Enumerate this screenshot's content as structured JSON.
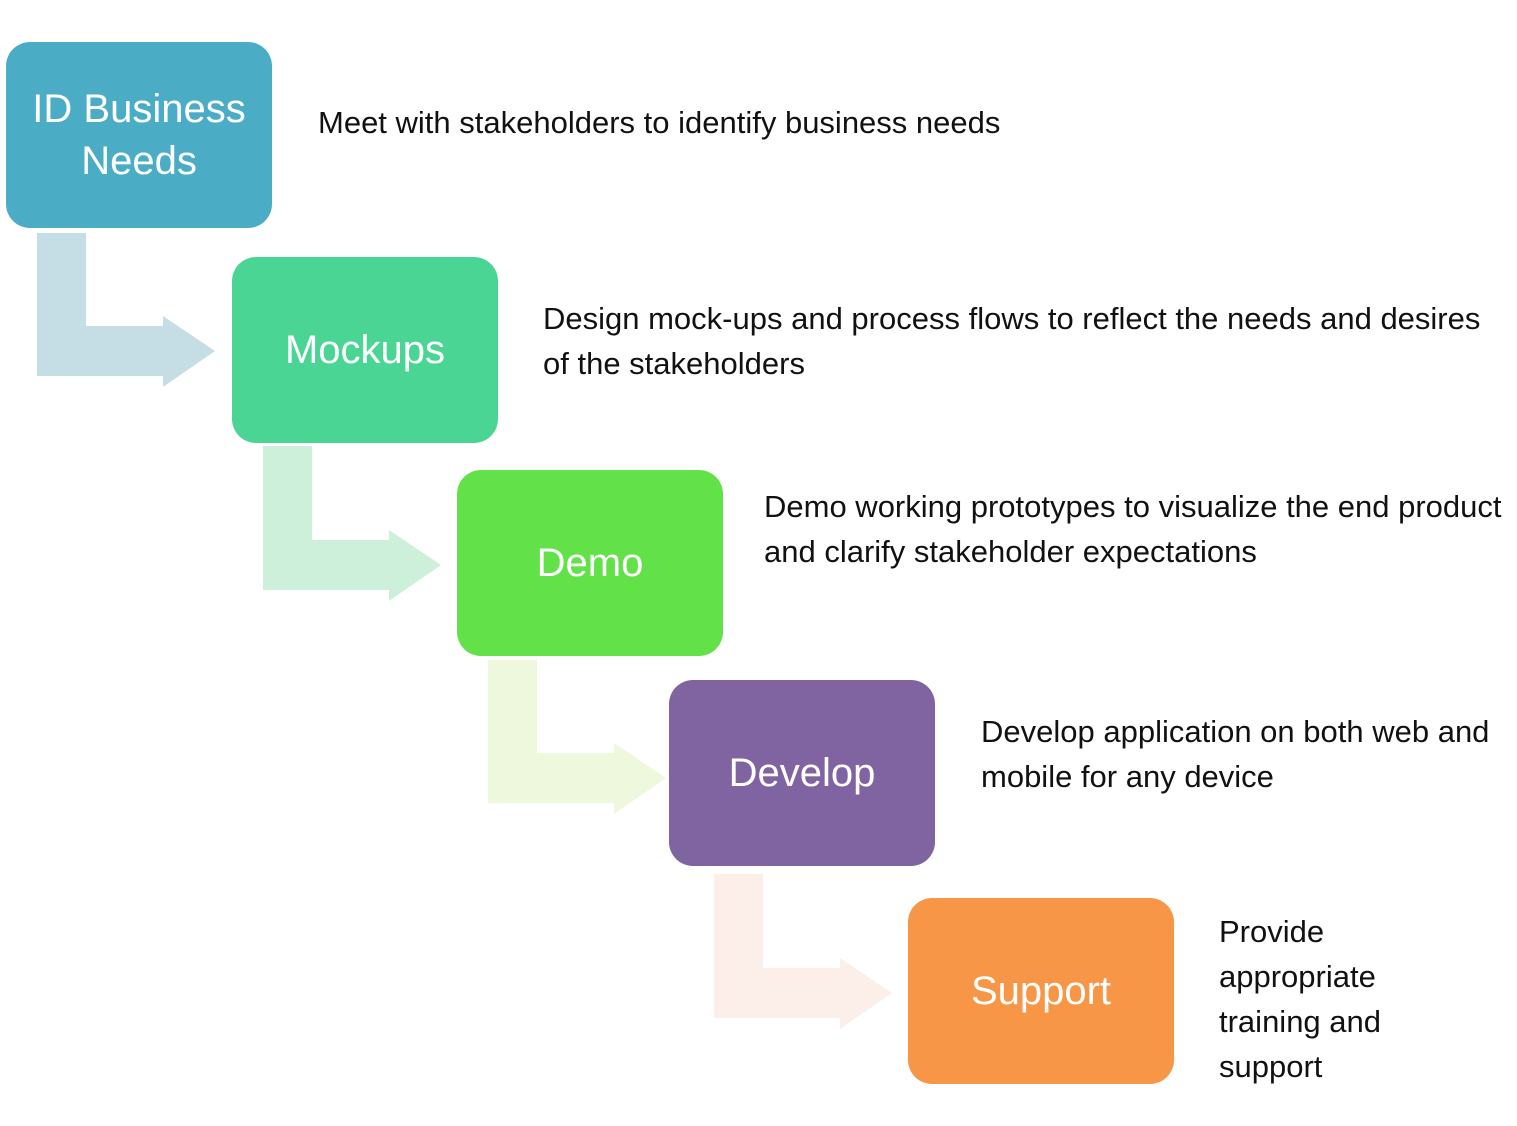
{
  "steps": [
    {
      "title": "ID Business Needs",
      "description": "Meet with stakeholders to identify business needs",
      "color": "#4BACC6"
    },
    {
      "title": "Mockups",
      "description": "Design mock-ups and process flows to reflect the needs and desires of the stakeholders",
      "color": "#4AD594"
    },
    {
      "title": "Demo",
      "description": "Demo working prototypes to visualize the end product and clarify stakeholder expectations",
      "color": "#62E148"
    },
    {
      "title": "Develop",
      "description": "Develop application on both web and mobile for any device",
      "color": "#8064A2"
    },
    {
      "title": "Support",
      "description": "Provide appropriate training and support",
      "color": "#F79646"
    }
  ],
  "connector_colors": [
    "#C5DEE6",
    "#CDF0DA",
    "#EEF8DC",
    "#FCEEE8"
  ]
}
